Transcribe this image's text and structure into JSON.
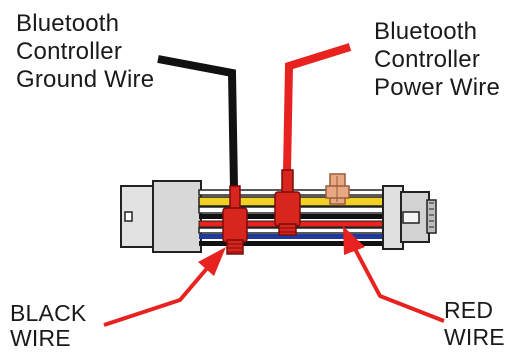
{
  "labels": {
    "ground_wire": [
      "Bluetooth",
      "Controller",
      "Ground Wire"
    ],
    "power_wire": [
      "Bluetooth",
      "Controller",
      "Power Wire"
    ],
    "black_wire": [
      "BLACK",
      "WIRE"
    ],
    "red_wire": [
      "RED",
      "WIRE"
    ]
  },
  "colors": {
    "black": "#111111",
    "red": "#e8231f",
    "yellow": "#f2d024",
    "blue": "#1f3a9a",
    "white": "#ffffff",
    "tan_connector": "#e8a883",
    "housing_fill": "#dcdcdc",
    "outline": "#222222"
  }
}
